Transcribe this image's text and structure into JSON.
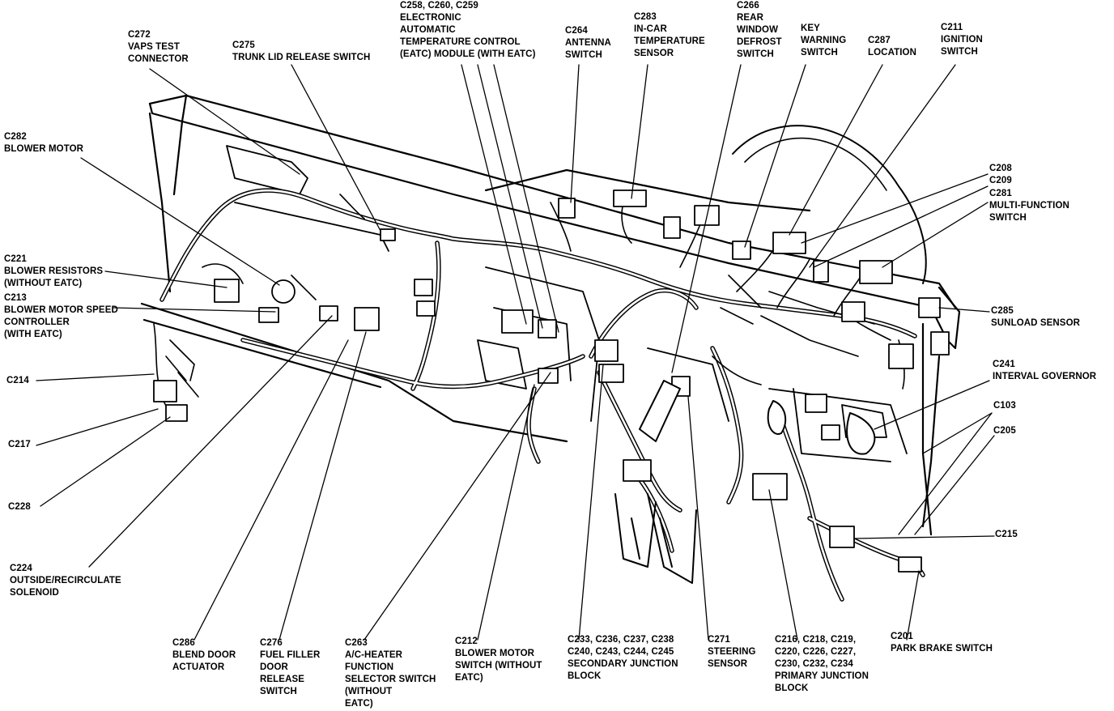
{
  "callouts": {
    "c272": "C272\nVAPS TEST\nCONNECTOR",
    "c275": "C275\nTRUNK LID RELEASE SWITCH",
    "eatc": "C258, C260, C259\nELECTRONIC\nAUTOMATIC\nTEMPERATURE CONTROL\n(EATC) MODULE (WITH EATC)",
    "c264": "C264\nANTENNA\nSWITCH",
    "c283": "C283\nIN-CAR\nTEMPERATURE\nSENSOR",
    "c266": "C266\nREAR\nWINDOW\nDEFROST\nSWITCH",
    "key": "KEY\nWARNING\nSWITCH",
    "c287": "C287\nLOCATION",
    "c211": "C211\nIGNITION\nSWITCH",
    "c282": "C282\nBLOWER MOTOR",
    "c221": "C221\nBLOWER RESISTORS\n(WITHOUT EATC)",
    "c213": "C213\nBLOWER MOTOR SPEED\nCONTROLLER\n(WITH EATC)",
    "c214": "C214",
    "c217": "C217",
    "c228": "C228",
    "c224": "C224\nOUTSIDE/RECIRCULATE\nSOLENOID",
    "c208": "C208\nC209",
    "c281": "C281\nMULTI-FUNCTION\nSWITCH",
    "c285": "C285\nSUNLOAD SENSOR",
    "c241": "C241\nINTERVAL GOVERNOR",
    "c103": "C103",
    "c205": "C205",
    "c215": "C215",
    "c286": "C286\nBLEND DOOR\nACTUATOR",
    "c276": "C276\nFUEL FILLER\nDOOR\nRELEASE\nSWITCH",
    "c263": "C263\nA/C-HEATER\nFUNCTION\nSELECTOR SWITCH\n(WITHOUT\nEATC)",
    "c212": "C212\nBLOWER MOTOR\nSWITCH (WITHOUT\nEATC)",
    "secondary": "C233, C236, C237, C238\nC240, C243, C244, C245\nSECONDARY JUNCTION\nBLOCK",
    "c271": "C271\nSTEERING\nSENSOR",
    "primary": "C216, C218, C219,\nC220, C226, C227,\nC230, C232, C234\nPRIMARY JUNCTION\nBLOCK",
    "c201": "C201\nPARK BRAKE SWITCH"
  },
  "colors": {
    "ink": "#000000",
    "paper": "#ffffff"
  }
}
